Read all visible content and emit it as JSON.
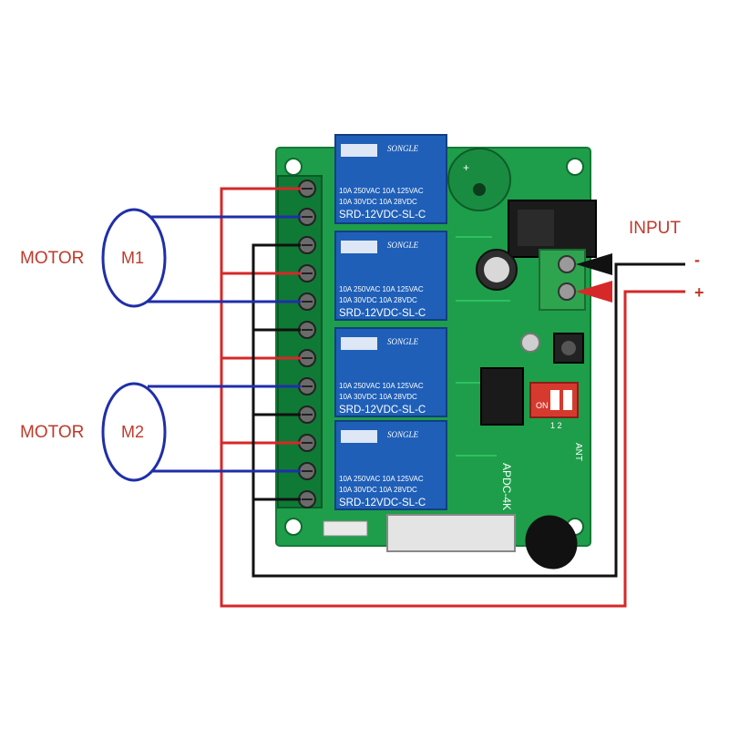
{
  "labels": {
    "motor1": "MOTOR",
    "motor2": "MOTOR",
    "m1": "M1",
    "m2": "M2",
    "input": "INPUT",
    "minus": "-",
    "plus": "+"
  },
  "relays": [
    {
      "brand": "SONGLE",
      "rating1": "10A 250VAC  10A  125VAC",
      "rating2": "10A  30VDC  10A   28VDC",
      "model": "SRD-12VDC-SL-C"
    },
    {
      "brand": "SONGLE",
      "rating1": "10A 250VAC  10A  125VAC",
      "rating2": "10A  30VDC  10A   28VDC",
      "model": "SRD-12VDC-SL-C"
    },
    {
      "brand": "SONGLE",
      "rating1": "10A 250VAC  10A  125VAC",
      "rating2": "10A  30VDC  10A   28VDC",
      "model": "SRD-12VDC-SL-C"
    },
    {
      "brand": "SONGLE",
      "rating1": "10A 250VAC  10A  125VAC",
      "rating2": "10A  30VDC  10A   28VDC",
      "model": "SRD-12VDC-SL-C"
    }
  ],
  "board": {
    "model": "APDC-4K",
    "ant": "ANT",
    "on": "ON",
    "switch_digits": "1  2"
  },
  "colors": {
    "board_green": "#1e9e4a",
    "relay_blue": "#1f5fb8",
    "wire_red": "#d62828",
    "wire_blue": "#1f2fa8",
    "wire_black": "#111111",
    "label_red": "#c0392b"
  }
}
